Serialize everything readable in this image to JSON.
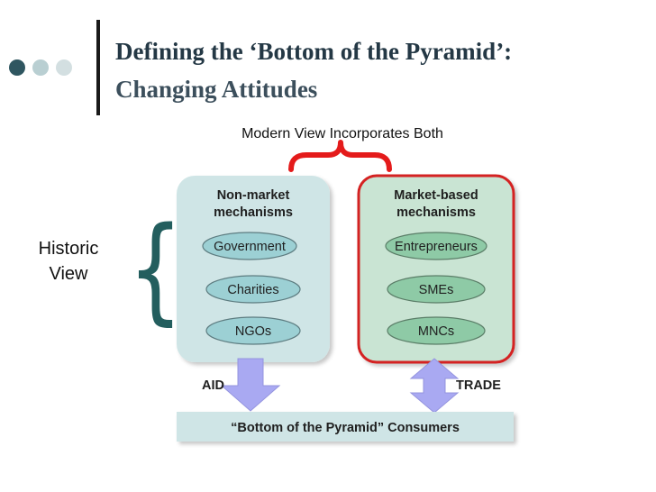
{
  "slide": {
    "title": "Defining the ‘Bottom of the Pyramid’:",
    "subtitle": "Changing Attitudes"
  },
  "colors": {
    "dot_dark": "#2f5660",
    "dot_light": "#b9cfd2",
    "dot_lighter": "#d3dfe1",
    "left_panel_fill": "#cfe5e6",
    "right_panel_fill": "#c9e4d3",
    "right_panel_border": "#d42020",
    "left_pill_fill": "#9cd0d4",
    "right_pill_fill": "#8ecaa6",
    "arrow_fill": "#a9a9f2",
    "brace_red": "#e41b1b",
    "brace_teal": "#235e5e"
  },
  "diagram": {
    "modern_view_label": "Modern View Incorporates Both",
    "historic_view_label": "Historic View",
    "historic_brace": "{",
    "non_market": {
      "title_line1": "Non-market",
      "title_line2": "mechanisms",
      "items": [
        "Government",
        "Charities",
        "NGOs"
      ]
    },
    "market": {
      "title_line1": "Market-based",
      "title_line2": "mechanisms",
      "items": [
        "Entrepreneurs",
        "SMEs",
        "MNCs"
      ]
    },
    "aid_label": "AID",
    "trade_label": "TRADE",
    "consumers_label": "“Bottom of the Pyramid” Consumers"
  }
}
